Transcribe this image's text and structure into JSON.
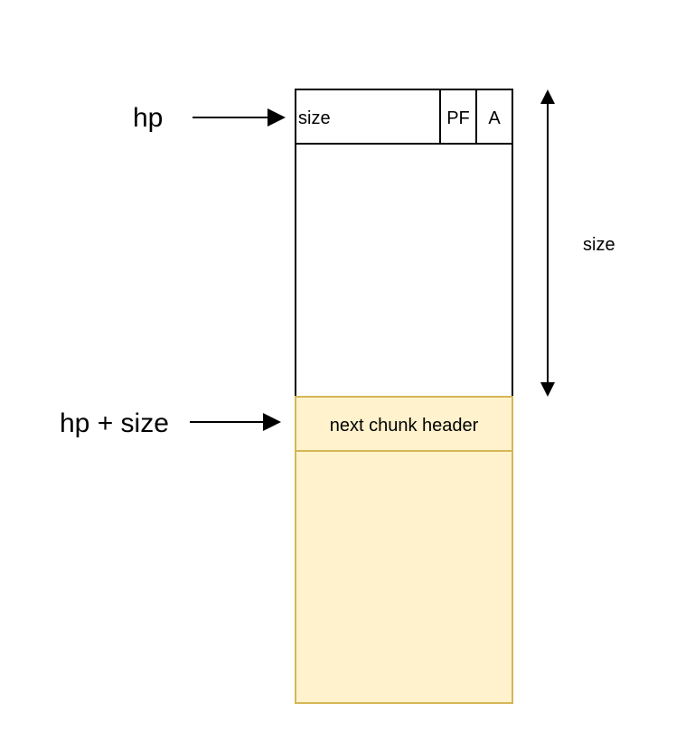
{
  "pointers": {
    "hp": "hp",
    "hp_plus_size": "hp + size"
  },
  "chunk": {
    "size_field": "size",
    "pf_field": "PF",
    "a_field": "A"
  },
  "dimension": {
    "size_label": "size"
  },
  "next_chunk": {
    "header": "next chunk header"
  },
  "colors": {
    "stroke": "#000000",
    "next_fill": "#fff2cc",
    "next_stroke": "#d6b656"
  }
}
